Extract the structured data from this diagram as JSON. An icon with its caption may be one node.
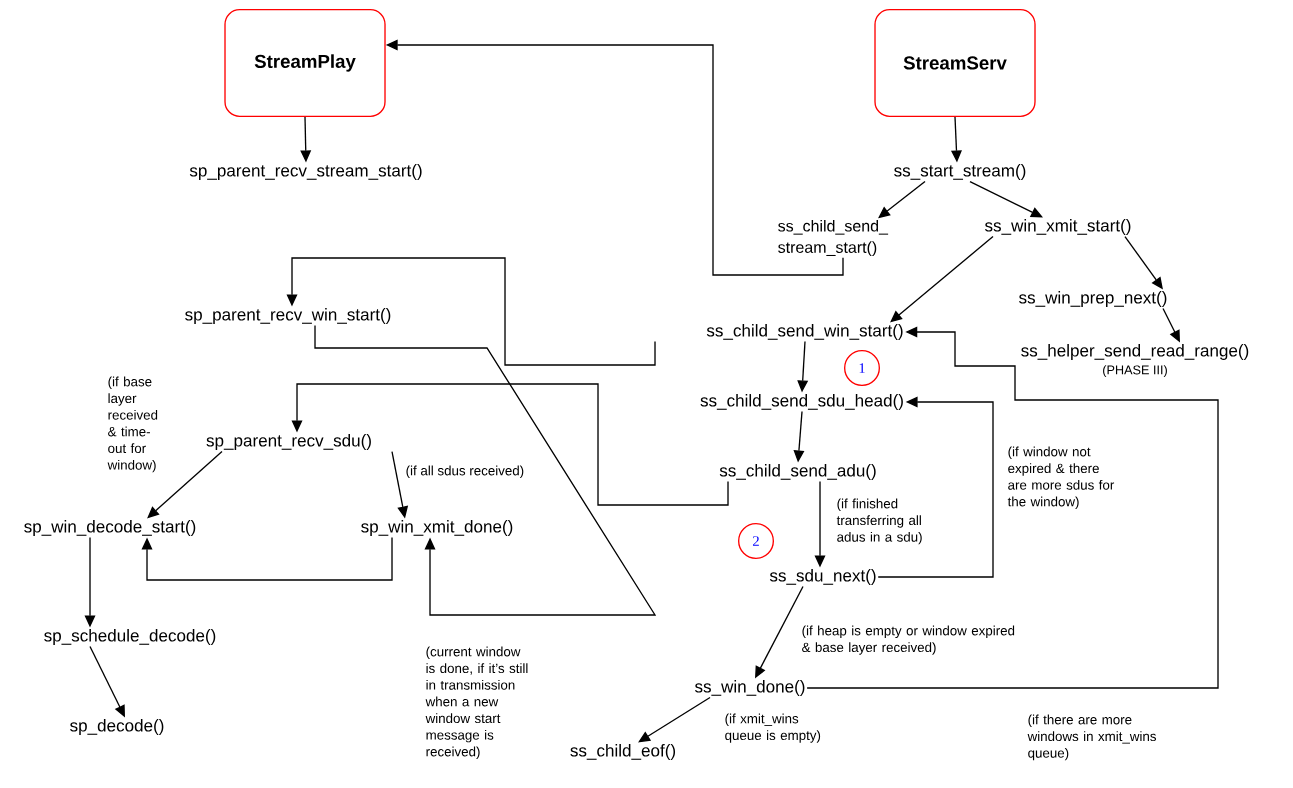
{
  "diagram": {
    "nodes": [
      {
        "text": [
          "StreamPlay"
        ]
      },
      {
        "text": [
          "StreamServ"
        ]
      },
      {
        "text": [
          "sp_parent_recv_stream_start()"
        ]
      },
      {
        "text": [
          "ss_start_stream()"
        ]
      },
      {
        "text": [
          "ss_child_send_ stream_start()"
        ]
      },
      {
        "text": [
          "ss_win_xmit_start()"
        ]
      },
      {
        "text": [
          "sp_parent_recv_win_start()"
        ]
      },
      {
        "text": [
          "ss_win_prep_next()"
        ]
      },
      {
        "text": [
          "ss_child_send_win_start()"
        ]
      },
      {
        "text": [
          "ss_helper_send_read_range()"
        ],
        "beside": [
          "(PHASE III)"
        ]
      },
      {
        "text": [
          "ss_child_send_sdu_head()"
        ]
      },
      {
        "text": [
          "sp_parent_recv_sdu()"
        ]
      },
      {
        "text": [
          "ss_child_send_adu()"
        ]
      },
      {
        "text": [
          "sp_win_decode_start()"
        ]
      },
      {
        "text": [
          "sp_win_xmit_done()"
        ]
      },
      {
        "text": [
          "ss_sdu_next()"
        ]
      },
      {
        "text": [
          "sp_schedule_decode()"
        ]
      },
      {
        "text": [
          "sp_decode()"
        ]
      },
      {
        "text": [
          "ss_win_done()"
        ]
      },
      {
        "text": [
          "ss_child_eof()"
        ]
      },
      {
        "text": [
          "1"
        ]
      },
      {
        "text": [
          "2"
        ]
      }
    ],
    "edges": [
      {
        "from": 0,
        "to": 2,
        "arrow": "to"
      },
      {
        "from": 1,
        "to": 3,
        "arrow": "to"
      },
      {
        "from": 3,
        "to": 4,
        "arrow": "to"
      },
      {
        "from": 3,
        "to": 5,
        "arrow": "to"
      },
      {
        "from": 4,
        "to": 0,
        "arrow": "to"
      },
      {
        "from": 5,
        "to": 8,
        "arrow": "to"
      },
      {
        "from": 5,
        "to": 7,
        "arrow": "to"
      },
      {
        "from": 7,
        "to": 9,
        "arrow": "to"
      },
      {
        "from": 8,
        "to": 6,
        "arrow": "to"
      },
      {
        "from": 8,
        "to": 10,
        "arrow": "to"
      },
      {
        "from": 10,
        "to": 12,
        "arrow": "to"
      },
      {
        "from": 12,
        "to": 11,
        "arrow": "to"
      },
      {
        "from": 12,
        "to": 15,
        "arrow": "to",
        "label": "(if finished transferring all adus in a sdu)"
      },
      {
        "from": 15,
        "to": 10,
        "arrow": "to",
        "label": "(if window not expired & there are more sdus for the window)"
      },
      {
        "from": 15,
        "to": 18,
        "arrow": "to",
        "label": "(if heap is empty or window expired & base layer received)"
      },
      {
        "from": 18,
        "to": 19,
        "arrow": "to",
        "label": "(if xmit_wins queue is empty)"
      },
      {
        "from": 18,
        "to": 8,
        "arrow": "to",
        "label": "(if there are more windows in xmit_wins queue)"
      },
      {
        "from": 6,
        "to": 14,
        "arrow": "to",
        "label": "(current window is done, if it’s still in transmission when a new window start message is received)"
      },
      {
        "from": 11,
        "to": 13,
        "arrow": "to",
        "label": "(if base layer received & time-out for window)"
      },
      {
        "from": 11,
        "to": 14,
        "arrow": "to",
        "label": "(if all sdus received)"
      },
      {
        "from": 14,
        "to": 13,
        "arrow": "to"
      },
      {
        "from": 13,
        "to": 16,
        "arrow": "to"
      },
      {
        "from": 16,
        "to": 17,
        "arrow": "to"
      }
    ]
  }
}
